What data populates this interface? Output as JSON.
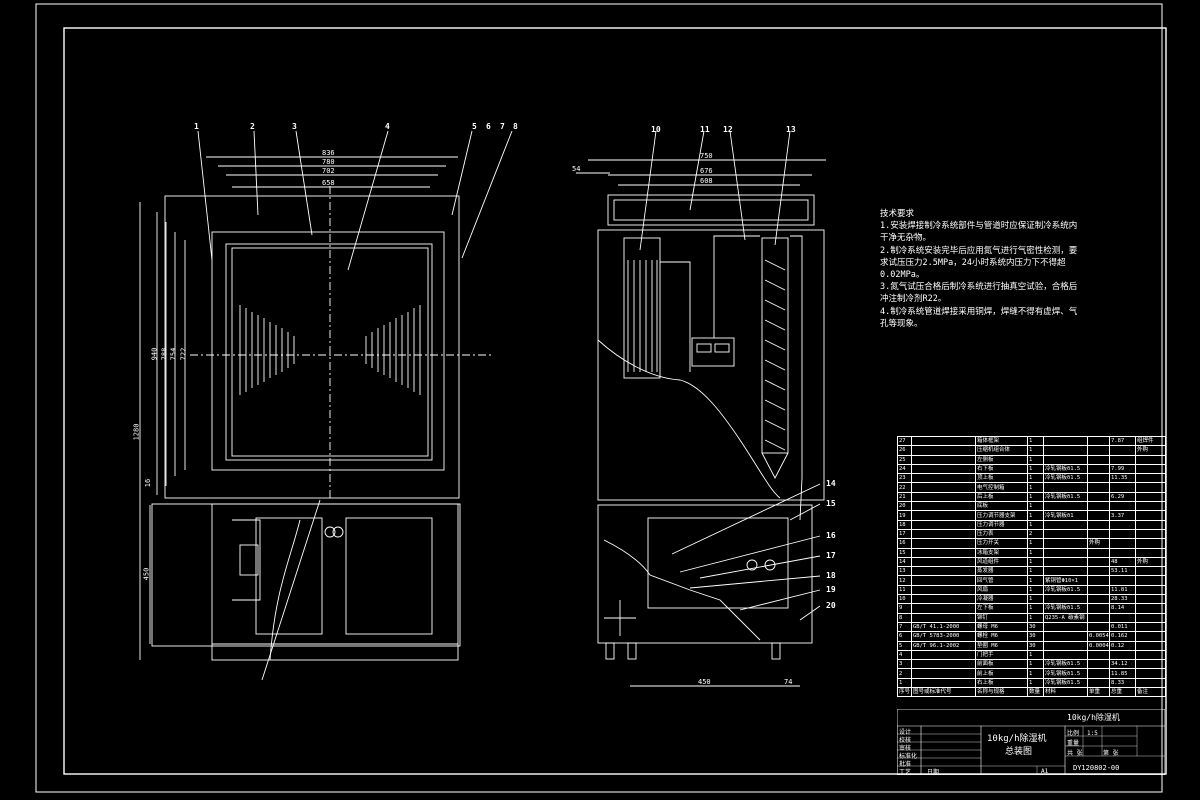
{
  "drawing": {
    "title_main": "10kg/h除湿机",
    "title_sub": "总装图",
    "product_name": "10kg/h除湿机",
    "drawing_number": "DY120802-00",
    "sheet_size": "A1",
    "scale_label": "比例",
    "scale_value": "1:5",
    "weight_label": "重量",
    "sheet_label": "共 张",
    "sheet_index": "第 张"
  },
  "technical_requirements": {
    "heading": "技术要求",
    "lines": [
      "1.安装焊接制冷系统部件与管道时应保证制冷系统内",
      "干净无杂物。",
      "2.制冷系统安装完毕后应用氮气进行气密性检测，要",
      "求试压压力2.5MPa，24小时系统内压力下不得超",
      "0.02MPa。",
      "3.氮气试压合格后制冷系统进行抽真空试验，合格后",
      "冲注制冷剂R22。",
      "4.制冷系统管道焊接采用铜焊，焊缝不得有虚焊、气",
      "孔等现象。"
    ]
  },
  "callouts": {
    "left": [
      "1",
      "2",
      "3",
      "4",
      "5",
      "6",
      "7",
      "8"
    ],
    "right": [
      "10",
      "11",
      "12",
      "13",
      "14",
      "15",
      "16",
      "17",
      "18",
      "19",
      "20"
    ]
  },
  "dimensions": {
    "front": [
      "836",
      "780",
      "702",
      "658",
      "940",
      "788",
      "754",
      "722",
      "1280",
      "450",
      "16"
    ],
    "side": [
      "750",
      "676",
      "608",
      "54",
      "450",
      "74"
    ]
  },
  "bom_header": [
    "序号",
    "图号或标准代号",
    "名称与规格",
    "数量",
    "材料",
    "单重",
    "总重",
    "备注"
  ],
  "bom_rows": [
    [
      "27",
      "",
      "箱体框架",
      "1",
      "",
      "",
      "7.87",
      "组焊件"
    ],
    [
      "26",
      "",
      "压缩机组合体",
      "1",
      "",
      "",
      "",
      "外购"
    ],
    [
      "25",
      "",
      "左侧板",
      "1",
      "",
      "",
      "",
      ""
    ],
    [
      "24",
      "",
      "右下板",
      "1",
      "冷轧钢板δ1.5",
      "",
      "7.99",
      ""
    ],
    [
      "23",
      "",
      "顶上板",
      "1",
      "冷轧钢板δ1.5",
      "",
      "11.35",
      ""
    ],
    [
      "22",
      "",
      "电气控制箱",
      "1",
      "",
      "",
      "",
      ""
    ],
    [
      "21",
      "",
      "后上板",
      "1",
      "冷轧钢板δ1.5",
      "",
      "6.29",
      ""
    ],
    [
      "20",
      "",
      "底板",
      "1",
      "",
      "",
      "",
      ""
    ],
    [
      "19",
      "",
      "压力调节器支架",
      "1",
      "冷轧钢板δ1",
      "",
      "3.37",
      ""
    ],
    [
      "18",
      "",
      "压力调节器",
      "1",
      "",
      "",
      "",
      ""
    ],
    [
      "17",
      "",
      "压力表",
      "2",
      "",
      "",
      "",
      ""
    ],
    [
      "16",
      "",
      "压力开关",
      "1",
      "",
      "外购",
      "",
      ""
    ],
    [
      "15",
      "",
      "冰箱支架",
      "1",
      "",
      "",
      "",
      ""
    ],
    [
      "14",
      "",
      "风道组件",
      "1",
      "",
      "",
      "48",
      "外购"
    ],
    [
      "13",
      "",
      "蒸发器",
      "1",
      "",
      "",
      "53.11",
      ""
    ],
    [
      "12",
      "",
      "回气管",
      "1",
      "紫铜管Φ10×1",
      "",
      "",
      ""
    ],
    [
      "11",
      "",
      "风扇",
      "1",
      "冷轧钢板δ1.5",
      "",
      "11.81",
      ""
    ],
    [
      "10",
      "",
      "冷凝器",
      "1",
      "",
      "",
      "28.33",
      ""
    ],
    [
      "9",
      "",
      "左下板",
      "1",
      "冷轧钢板δ1.5",
      "",
      "8.14",
      ""
    ],
    [
      "8",
      "",
      "铆钉",
      "1",
      "Q235-A 碳素钢",
      "",
      "",
      ""
    ],
    [
      "7",
      "GB/T 41.1-2000",
      "螺母 M6",
      "30",
      "",
      "",
      "0.011",
      ""
    ],
    [
      "6",
      "GB/T 5783-2000",
      "螺栓 M6",
      "30",
      "",
      "0.0054",
      "0.162",
      ""
    ],
    [
      "5",
      "GB/T 96.1-2002",
      "垫圈 M6",
      "30",
      "",
      "0.0004",
      "0.12",
      ""
    ],
    [
      "4",
      "",
      "门把手",
      "1",
      "",
      "",
      "",
      ""
    ],
    [
      "3",
      "",
      "前面板",
      "1",
      "冷轧钢板δ1.5",
      "",
      "34.12",
      ""
    ],
    [
      "2",
      "",
      "前上板",
      "1",
      "冷轧钢板δ1.5",
      "",
      "11.85",
      ""
    ],
    [
      "1",
      "",
      "右上板",
      "1",
      "冷轧钢板δ1.5",
      "",
      "8.33",
      ""
    ]
  ],
  "title_block_labels": [
    "设计",
    "校核",
    "审核",
    "标准化",
    "批准",
    "工艺",
    "日期"
  ],
  "colors": {
    "background": "#000000",
    "line": "#ffffff",
    "hatch": "#ffffff"
  }
}
